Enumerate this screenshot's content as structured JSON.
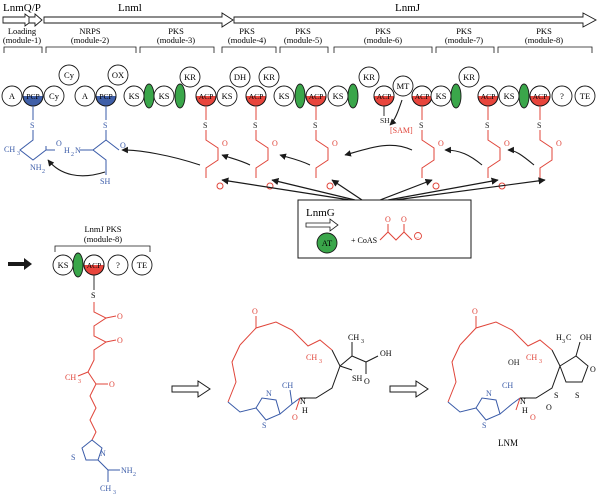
{
  "genes": {
    "lnmqp": "LnmQ/P",
    "lnml": "Lnml",
    "lnmj": "LnmJ"
  },
  "modules": [
    {
      "type": "Loading",
      "module": "(module-1)"
    },
    {
      "type": "NRPS",
      "module": "(module-2)"
    },
    {
      "type": "PKS",
      "module": "(module-3)"
    },
    {
      "type": "PKS",
      "module": "(module-4)"
    },
    {
      "type": "PKS",
      "module": "(module-5)"
    },
    {
      "type": "PKS",
      "module": "(module-6)"
    },
    {
      "type": "PKS",
      "module": "(module-7)"
    },
    {
      "type": "PKS",
      "module": "(module-8)"
    }
  ],
  "domains": {
    "a": "A",
    "pcp": "PCP",
    "cy": "Cy",
    "ox": "OX",
    "ks": "KS",
    "kr": "KR",
    "acp": "ACP",
    "dh": "DH",
    "mt": "MT",
    "unknown": "?",
    "te": "TE",
    "at": "AT"
  },
  "labels": {
    "sh": "SH",
    "sam": "[SAM]",
    "lnmg": "LnmG",
    "coas": "+ CoAS",
    "lnmj_pks": "LnmJ PKS",
    "module8": "(module-8)",
    "lnm": "LNM",
    "s": "S",
    "o": "O",
    "nh2": "NH",
    "sub2": "2",
    "h2n": "H",
    "h2n_n": "N",
    "ch3": "CH",
    "sub3": "3",
    "n": "N",
    "h": "H",
    "oh": "OH",
    "h3c": "H",
    "h3c_c": "C",
    "cooh": "OH",
    "minus": "−"
  },
  "colors": {
    "pcp_blue": "#3f5fa8",
    "acp_red": "#e8453c",
    "green": "#3aa64a",
    "red_chain": "#e0453a",
    "blue_chain": "#3a5ba8",
    "ink": "#1a1a1a"
  }
}
